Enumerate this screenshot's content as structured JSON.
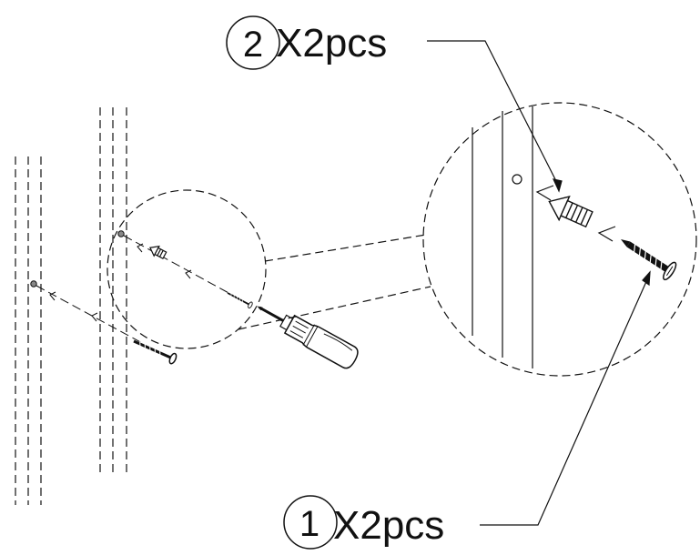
{
  "callouts": [
    {
      "id": "anchor",
      "number": "2",
      "quantity": "X2pcs"
    },
    {
      "id": "screw",
      "number": "1",
      "quantity": "X2pcs"
    }
  ],
  "parts": {
    "part_1": "screw-icon",
    "part_2": "wall-anchor-icon",
    "tool": "screwdriver-icon"
  },
  "colors": {
    "line": "#111111",
    "background": "#ffffff"
  }
}
